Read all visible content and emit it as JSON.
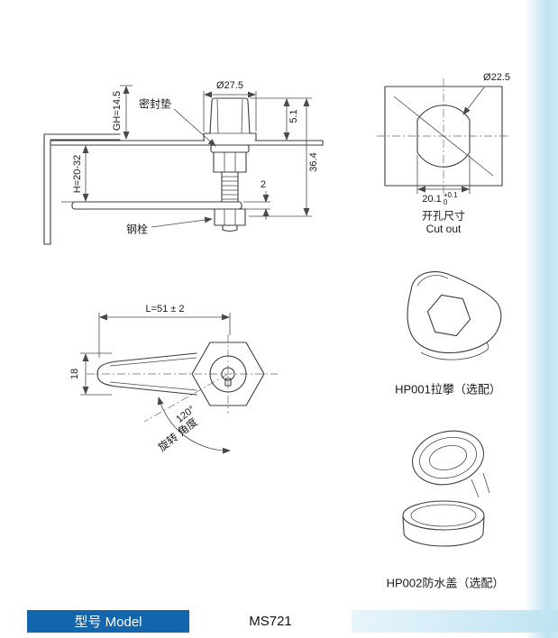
{
  "page": {
    "accent_color": "#bfe3f2",
    "bar_color": "#1366ac"
  },
  "section_view": {
    "gh_dim": "GH=14.5",
    "gasket_label": "密封垫",
    "head_dia": "Ø27.5",
    "head_height": "5.1",
    "panel_range": "H=20-32",
    "cam_gap": "2",
    "total_height": "36.4",
    "bolt_label": "钢栓"
  },
  "cutout": {
    "hole_dia": "Ø22.5",
    "width": "20.1",
    "tol_plus": "+0.1",
    "tol_minus": "0",
    "caption_cn": "开孔尺寸",
    "caption_en": "Cut out"
  },
  "top_view": {
    "length_dim": "L=51 ± 2",
    "width_dim": "18",
    "angle_dim": "120°",
    "angle_caption": "旋转 角度"
  },
  "accessories": {
    "hp001_label": "HP001拉攀（选配）",
    "hp002_label": "HP002防水盖（选配）"
  },
  "footer": {
    "model_label": "型号 Model",
    "model_value": "MS721"
  }
}
